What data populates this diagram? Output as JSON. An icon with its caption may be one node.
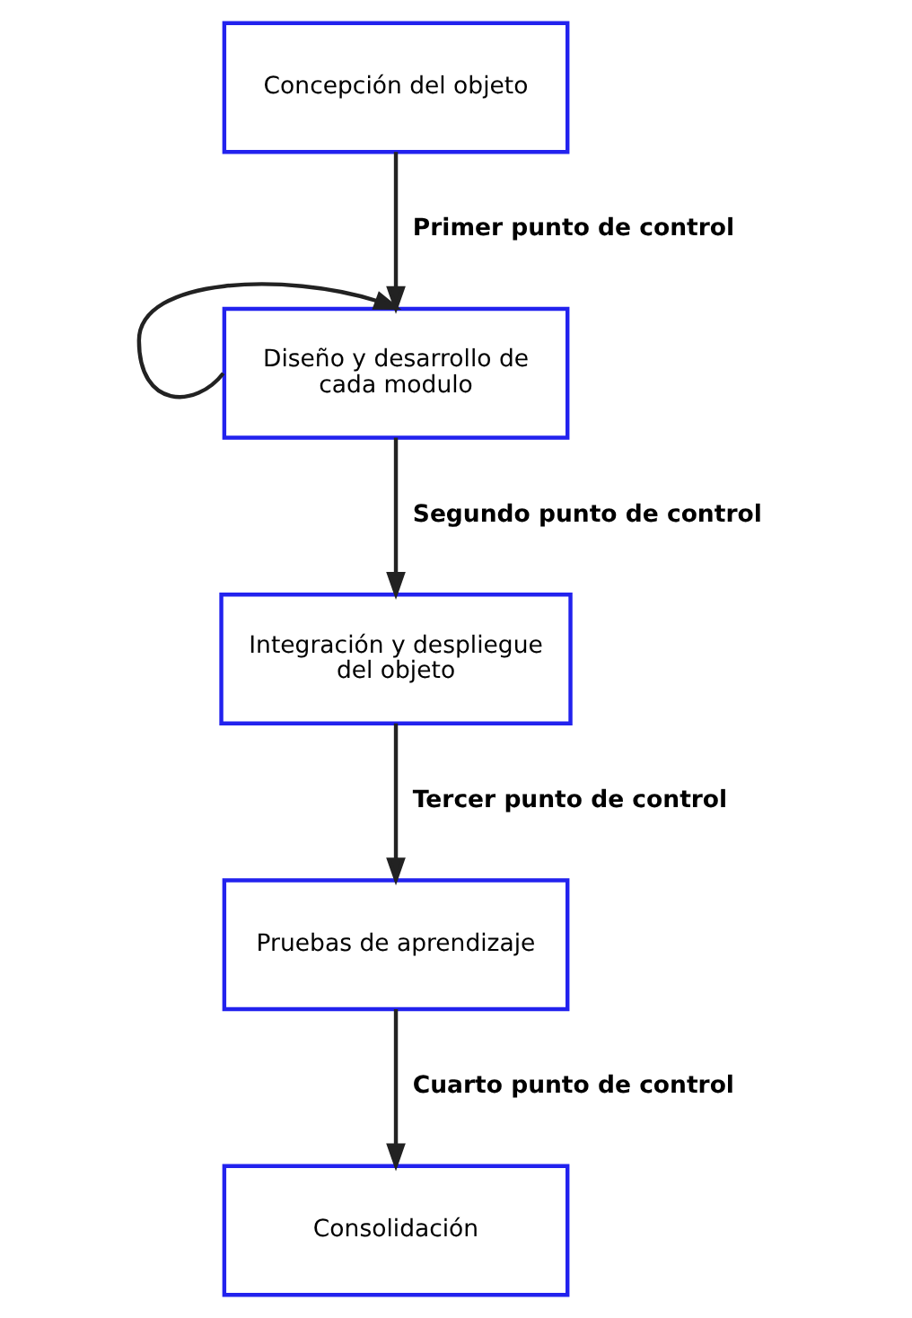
{
  "diagram": {
    "nodes": [
      {
        "text": [
          "Concepción del objeto"
        ]
      },
      {
        "text": [
          "Diseño y desarrollo de cada modulo"
        ]
      },
      {
        "text": [
          "Integración y despliegue del objeto"
        ]
      },
      {
        "text": [
          "Pruebas de aprendizaje"
        ]
      },
      {
        "text": [
          "Consolidación"
        ]
      }
    ],
    "edges": [
      {
        "from": 0,
        "to": 1,
        "arrow": "to",
        "label": "Primer punto de control"
      },
      {
        "from": 1,
        "to": 1,
        "arrow": "to"
      },
      {
        "from": 1,
        "to": 2,
        "arrow": "to",
        "label": "Segundo punto de control"
      },
      {
        "from": 2,
        "to": 3,
        "arrow": "to",
        "label": "Tercer punto de control"
      },
      {
        "from": 3,
        "to": 4,
        "arrow": "to",
        "label": "Cuarto punto de control"
      }
    ]
  }
}
